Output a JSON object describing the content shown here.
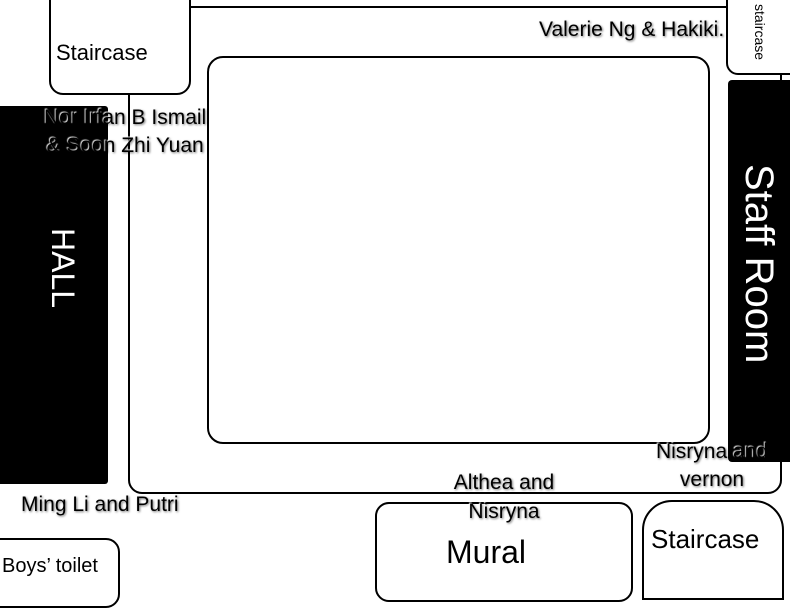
{
  "rooms": {
    "staircase_top_left": "Staircase",
    "staircase_top_right": "staircase",
    "hall": "HALL",
    "staff_room": "Staff Room",
    "mural": "Mural",
    "staircase_bottom_right": "Staircase",
    "boys_toilet": "Boys’ toilet"
  },
  "assignments": {
    "top_right": "Valerie Ng & Hakiki.",
    "top_left_line1": "Nor Irfan B Ismail",
    "top_left_line2": "& Soon Zhi Yuan",
    "bottom_left": "Ming Li and Putri",
    "bottom_center_line1": "Althea and",
    "bottom_center_line2": "Nisryna",
    "bottom_right_line1": "Nisryna and",
    "bottom_right_line2": "vernon"
  },
  "colors": {
    "walls": "#000000",
    "background": "#ffffff",
    "dark_room": "#000000",
    "dark_room_text": "#ffffff"
  }
}
